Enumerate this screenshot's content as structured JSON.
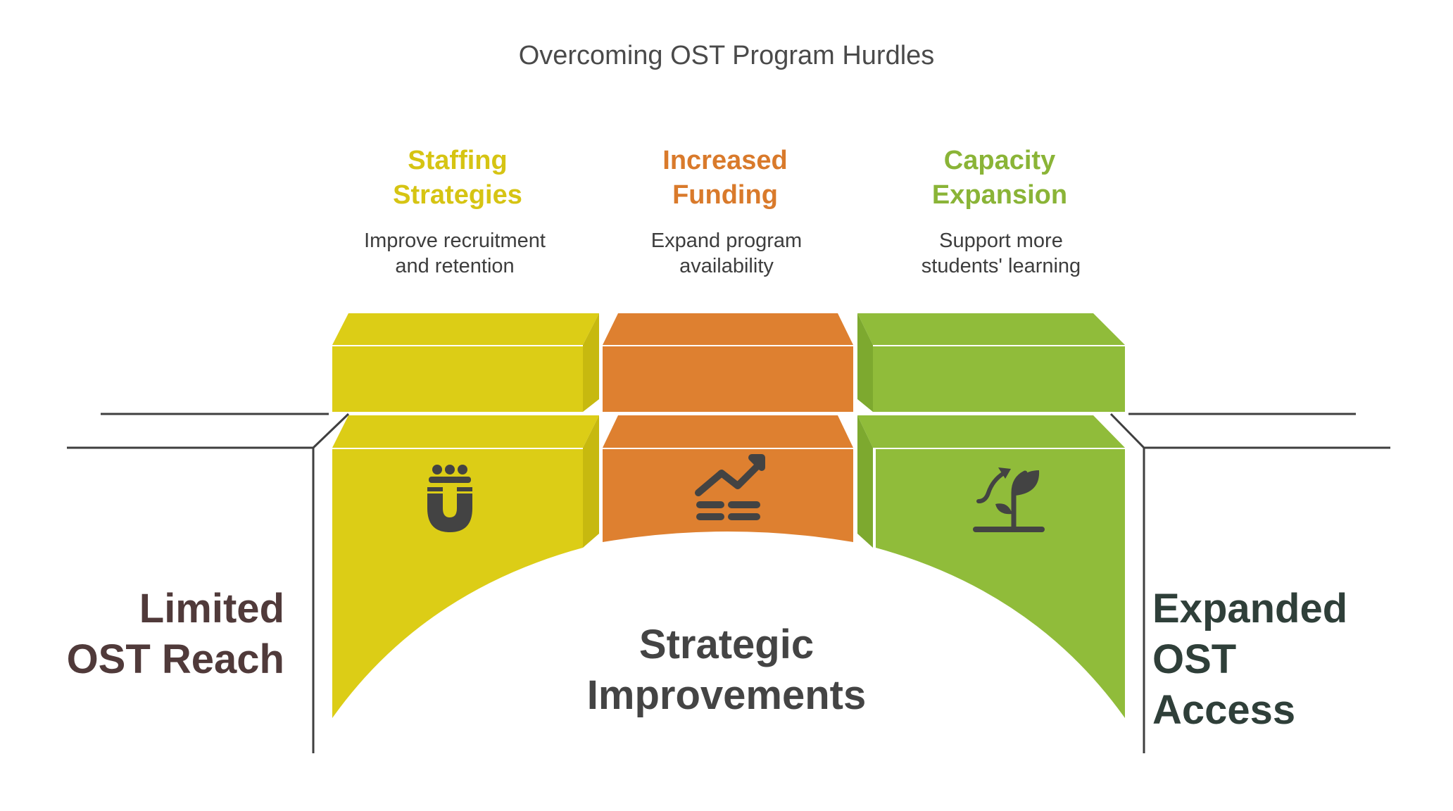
{
  "title": "Overcoming OST Program Hurdles",
  "left_label": {
    "line1": "Limited",
    "line2": "OST Reach"
  },
  "right_label": {
    "line1": "Expanded",
    "line2": "OST",
    "line3": "Access"
  },
  "center_label": {
    "line1": "Strategic",
    "line2": "Improvements"
  },
  "columns": [
    {
      "heading_line1": "Staffing",
      "heading_line2": "Strategies",
      "desc_line1": "Improve recruitment",
      "desc_line2": "and retention",
      "color": "#dccd16",
      "icon": "magnet-people-icon"
    },
    {
      "heading_line1": "Increased",
      "heading_line2": "Funding",
      "desc_line1": "Expand program",
      "desc_line2": "availability",
      "color": "#de8030",
      "icon": "growth-coins-icon"
    },
    {
      "heading_line1": "Capacity",
      "heading_line2": "Expansion",
      "desc_line1": "Support more",
      "desc_line2": "students' learning",
      "color": "#90bc3a",
      "icon": "sprout-growth-icon"
    }
  ],
  "colors": {
    "yellow": "#dccd16",
    "orange": "#de8030",
    "green": "#90bc3a",
    "yellow_heading": "#d6c413",
    "orange_heading": "#d97a2b",
    "green_heading": "#8ab437",
    "icon": "#434343",
    "line": "#3f3f3f"
  }
}
